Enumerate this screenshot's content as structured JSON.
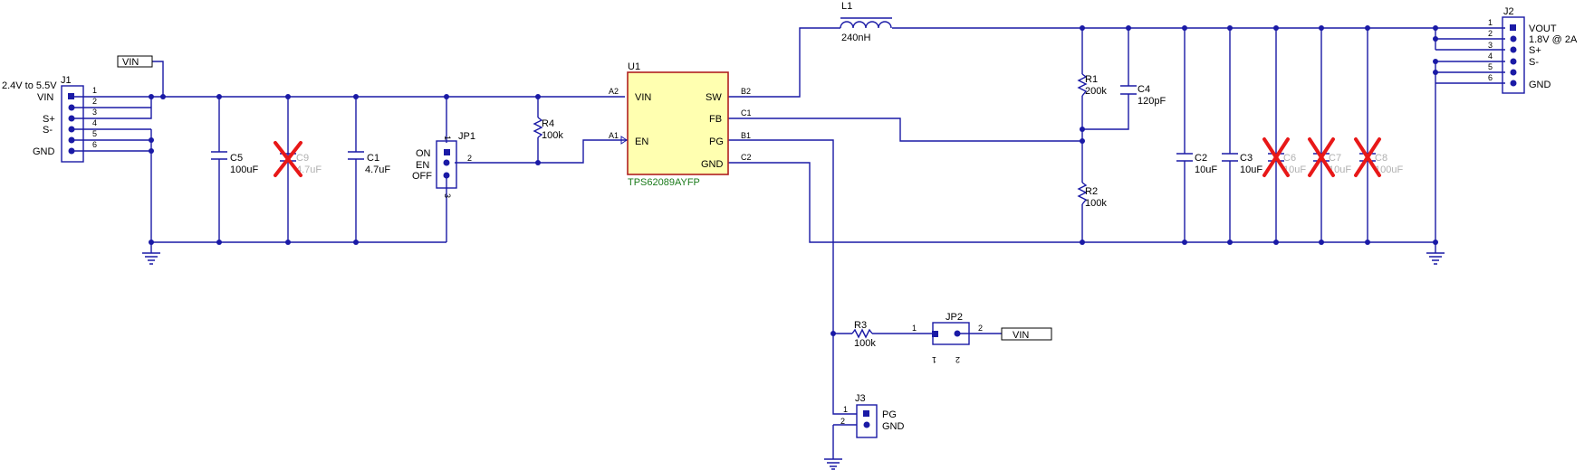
{
  "colors": {
    "wire": "#1a1aa6",
    "ic_fill": "#ffffb0",
    "ic_border": "#b02020",
    "dnp_mark": "#e81818",
    "part_name": "#1a7a1a"
  },
  "u1": {
    "ref": "U1",
    "part": "TPS62089AYFP",
    "pin_labels": [
      "VIN",
      "EN",
      "SW",
      "FB",
      "PG",
      "GND"
    ],
    "pin_numbers": [
      "A2",
      "A1",
      "B2",
      "C1",
      "B1",
      "C2"
    ]
  },
  "j1": {
    "ref": "J1",
    "input_range": "2.4V to 5.5V",
    "labels": [
      "VIN",
      "S+",
      "S-",
      "GND"
    ],
    "pins": [
      "1",
      "2",
      "3",
      "4",
      "5",
      "6"
    ]
  },
  "j2": {
    "ref": "J2",
    "labels": [
      "VOUT",
      "1.8V @  2A",
      "S+",
      "S-",
      "GND"
    ],
    "pins": [
      "1",
      "2",
      "3",
      "4",
      "5",
      "6"
    ]
  },
  "j3": {
    "ref": "J3",
    "labels": [
      "PG",
      "GND"
    ],
    "pins": [
      "1",
      "2"
    ]
  },
  "jp1": {
    "ref": "JP1",
    "labels": [
      "ON",
      "EN",
      "OFF"
    ],
    "pins": [
      "1",
      "2",
      "3"
    ]
  },
  "jp2": {
    "ref": "JP2",
    "pins": [
      "1",
      "2",
      "1",
      "2"
    ]
  },
  "net_flags": [
    "VIN",
    "VIN"
  ],
  "components": {
    "l1": {
      "ref": "L1",
      "value": "240nH"
    },
    "r1": {
      "ref": "R1",
      "value": "200k"
    },
    "r2": {
      "ref": "R2",
      "value": "100k"
    },
    "r3": {
      "ref": "R3",
      "value": "100k"
    },
    "r4": {
      "ref": "R4",
      "value": "100k"
    },
    "c1": {
      "ref": "C1",
      "value": "4.7uF"
    },
    "c2": {
      "ref": "C2",
      "value": "10uF"
    },
    "c3": {
      "ref": "C3",
      "value": "10uF"
    },
    "c4": {
      "ref": "C4",
      "value": "120pF"
    },
    "c5": {
      "ref": "C5",
      "value": "100uF"
    },
    "c6": {
      "ref": "C6",
      "value": "10uF"
    },
    "c7": {
      "ref": "C7",
      "value": "10uF"
    },
    "c8": {
      "ref": "C8",
      "value": "100uF"
    },
    "c9": {
      "ref": "C9",
      "value": "4.7uF"
    }
  }
}
